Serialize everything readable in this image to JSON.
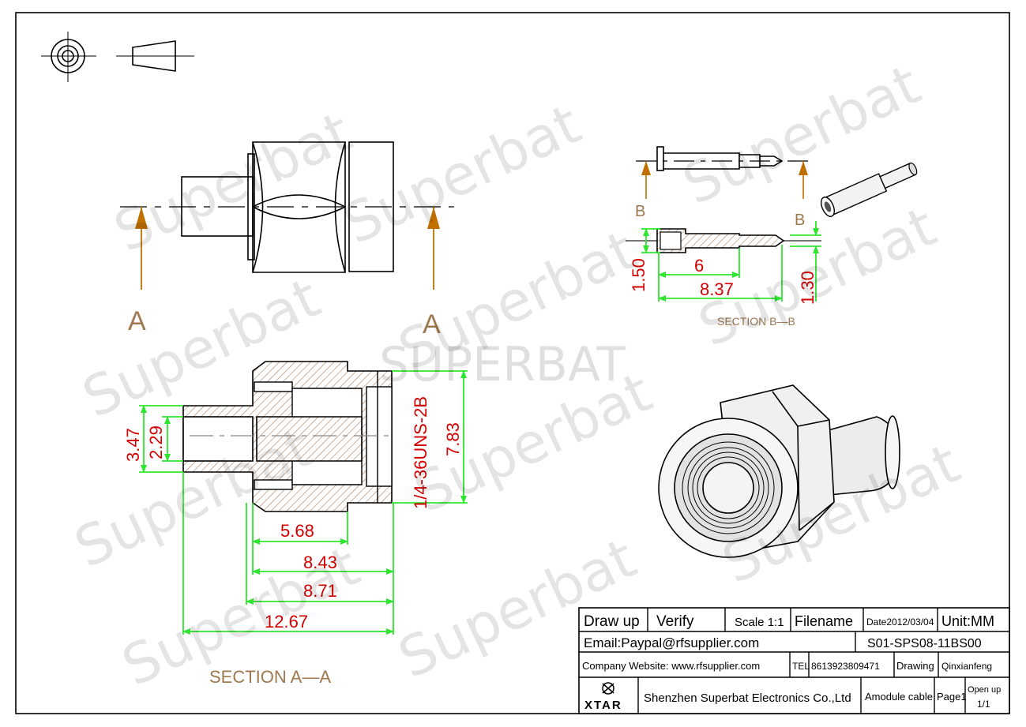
{
  "watermarks": {
    "brand": "SUPERBAT",
    "repeat": "Superbat"
  },
  "views": {
    "section_a_label": "SECTION A—A",
    "section_b_label": "SECTION B—B",
    "cut_a": "A",
    "cut_b": "B"
  },
  "dimensions": {
    "a_3_47": "3.47",
    "a_2_29": "2.29",
    "a_thread": "1/4-36UNS-2B",
    "a_7_83": "7.83",
    "a_5_68": "5.68",
    "a_8_43": "8.43",
    "a_8_71": "8.71",
    "a_12_67": "12.67",
    "b_1_50": "1.50",
    "b_6": "6",
    "b_8_37": "8.37",
    "b_1_30": "1.30"
  },
  "title_block": {
    "draw_up": "Draw up",
    "verify": "Verify",
    "scale": "Scale 1:1",
    "filename": "Filename",
    "date": "Date2012/03/04",
    "unit": "Unit:MM",
    "email": "Email:Paypal@rfsupplier.com",
    "part_no": "S01-SPS08-11BS00",
    "website": "Company Website:  www.rfsupplier.com",
    "tel_label": "TEL",
    "tel": "8613923809471",
    "drawing_label": "Drawing",
    "drawer": "Qinxianfeng",
    "logo": "XTAR",
    "company": "Shenzhen Superbat Electronics Co.,Ltd",
    "product": "Amodule cable",
    "page": "Page1",
    "open_up": "Open up",
    "open_up_value": "1/1"
  }
}
